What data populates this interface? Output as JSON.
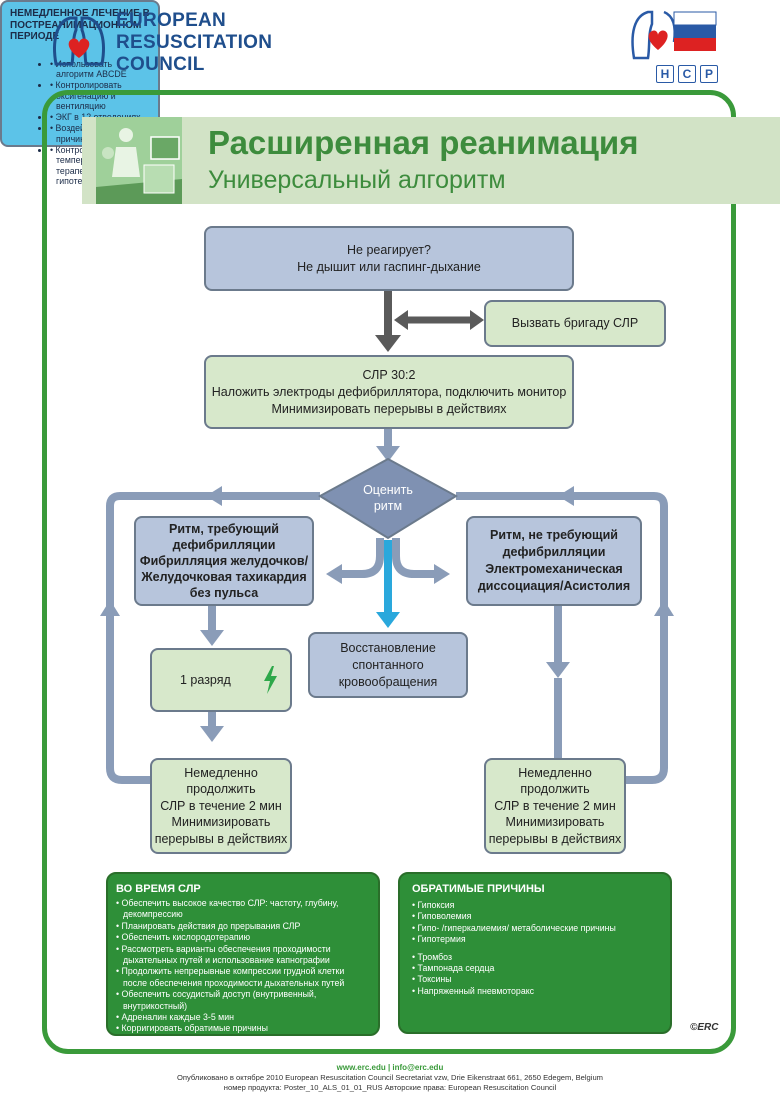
{
  "header": {
    "org_line1": "EUROPEAN",
    "org_line2": "RESUSCITATION",
    "org_line3": "COUNCIL",
    "nsr_letters": [
      "Н",
      "С",
      "Р"
    ]
  },
  "title": "Расширенная реанимация",
  "subtitle": "Универсальный алгоритм",
  "flow": {
    "unresponsive": {
      "line1": "Не реагирует?",
      "line2": "Не дышит или гаспинг-дыхание"
    },
    "call_team": "Вызвать бригаду СЛР",
    "cpr": {
      "line1": "СЛР 30:2",
      "line2": "Наложить электроды дефибриллятора, подключить монитор",
      "line3": "Минимизировать перерывы в действиях"
    },
    "assess": {
      "line1": "Оценить",
      "line2": "ритм"
    },
    "shockable": {
      "line1": "Ритм, требующий",
      "line2": "дефибрилляции",
      "line3": "Фибрилляция желудочков/",
      "line4": "Желудочковая тахикардия",
      "line5": "без пульса"
    },
    "nonshockable": {
      "line1": "Ритм, не требующий",
      "line2": "дефибрилляции",
      "line3": "Электромеханическая",
      "line4": "диссоциация/Асистолия"
    },
    "shock": "1 разряд",
    "rosc": {
      "line1": "Восстановление",
      "line2": "спонтанного",
      "line3": "кровообращения"
    },
    "resume_left": {
      "line1": "Немедленно",
      "line2": "продолжить",
      "line3": "СЛР в течение 2 мин",
      "line4": "Минимизировать",
      "line5": "перерывы в действиях"
    },
    "resume_right": {
      "line1": "Немедленно",
      "line2": "продолжить",
      "line3": "СЛР в течение 2 мин",
      "line4": "Минимизировать",
      "line5": "перерывы в действиях"
    },
    "post_resus": {
      "heading": "НЕМЕДЛЕННОЕ ЛЕЧЕНИЕ В ПОСТРЕАНИМАЦИОННОМ ПЕРИОДЕ",
      "items": [
        "Использовать алгоритм ABCDE",
        "Контролировать оксигенацию и вентиляцию",
        "ЭКГ в 12 отведениях",
        "Воздействовать на причинный фактор",
        "Контролировать температуру/ терапевтическая гипотермия"
      ]
    }
  },
  "during_cpr": {
    "heading": "ВО ВРЕМЯ СЛР",
    "items": [
      "Обеспечить высокое качество СЛР: частоту, глубину, декомпрессию",
      "Планировать действия до прерывания СЛР",
      "Обеспечить кислородотерапию",
      "Рассмотреть варианты обеспечения проходимости дыхательных путей и использование капнографии",
      "Продолжить непрерывные компрессии грудной клетки после обеспечения проходимости дыхательных путей",
      "Обеспечить сосудистый доступ (внутривенный, внутрикостный)",
      "Адреналин каждые 3-5 мин",
      "Корригировать обратимые причины"
    ]
  },
  "reversible": {
    "heading": "ОБРАТИМЫЕ ПРИЧИНЫ",
    "group1": [
      "Гипоксия",
      "Гиповолемия",
      "Гипо- /гиперкалиемия/ метаболические причины",
      "Гипотермия"
    ],
    "group2": [
      "Тромбоз",
      "Тампонада сердца",
      "Токсины",
      "Напряженный пневмоторакс"
    ]
  },
  "signature": "©ERC",
  "footer": {
    "web": "www.erc.edu | info@erc.edu",
    "line1": "Опубликовано в октябре 2010 European Resuscitation Council Secretariat vzw, Drie Eikenstraat 661, 2650 Edegem, Belgium",
    "line2": "номер продукта: Poster_10_ALS_01_01_RUS  Авторские права: European Resuscitation Council"
  },
  "colors": {
    "green": "#3a9a3a",
    "blue_box": "#b7c5dc",
    "green_box": "#d7e8cb",
    "cyan": "#5cc3e8",
    "arrow": "#8a9cb8"
  },
  "icons": [
    "erc-logo-icon",
    "nsr-logo-icon",
    "lightning-icon"
  ]
}
